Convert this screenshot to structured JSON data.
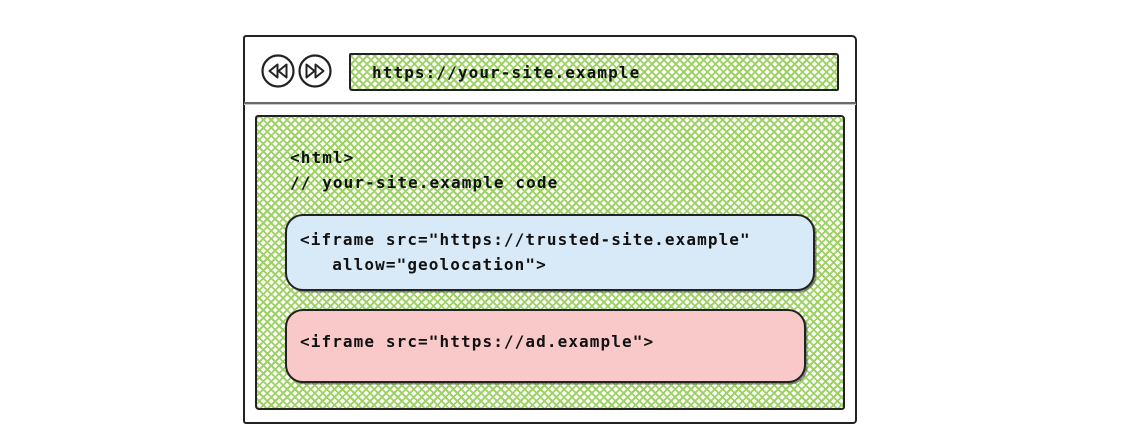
{
  "browser": {
    "url": "https://your-site.example",
    "back_button": "back",
    "forward_button": "forward"
  },
  "page_code": {
    "html_tag": "<html>",
    "comment": "// your-site.example code",
    "trusted_iframe_code": "<iframe src=\"https://trusted-site.example\"\n   allow=\"geolocation\">",
    "ad_iframe_code": "<iframe src=\"https://ad.example\">"
  },
  "colors": {
    "hatch_green": "#9ed168",
    "border_dark": "#222222",
    "trusted_box_fill": "#d8e9f7",
    "ad_box_fill": "#f9c9c9",
    "text_dark": "#111111"
  }
}
